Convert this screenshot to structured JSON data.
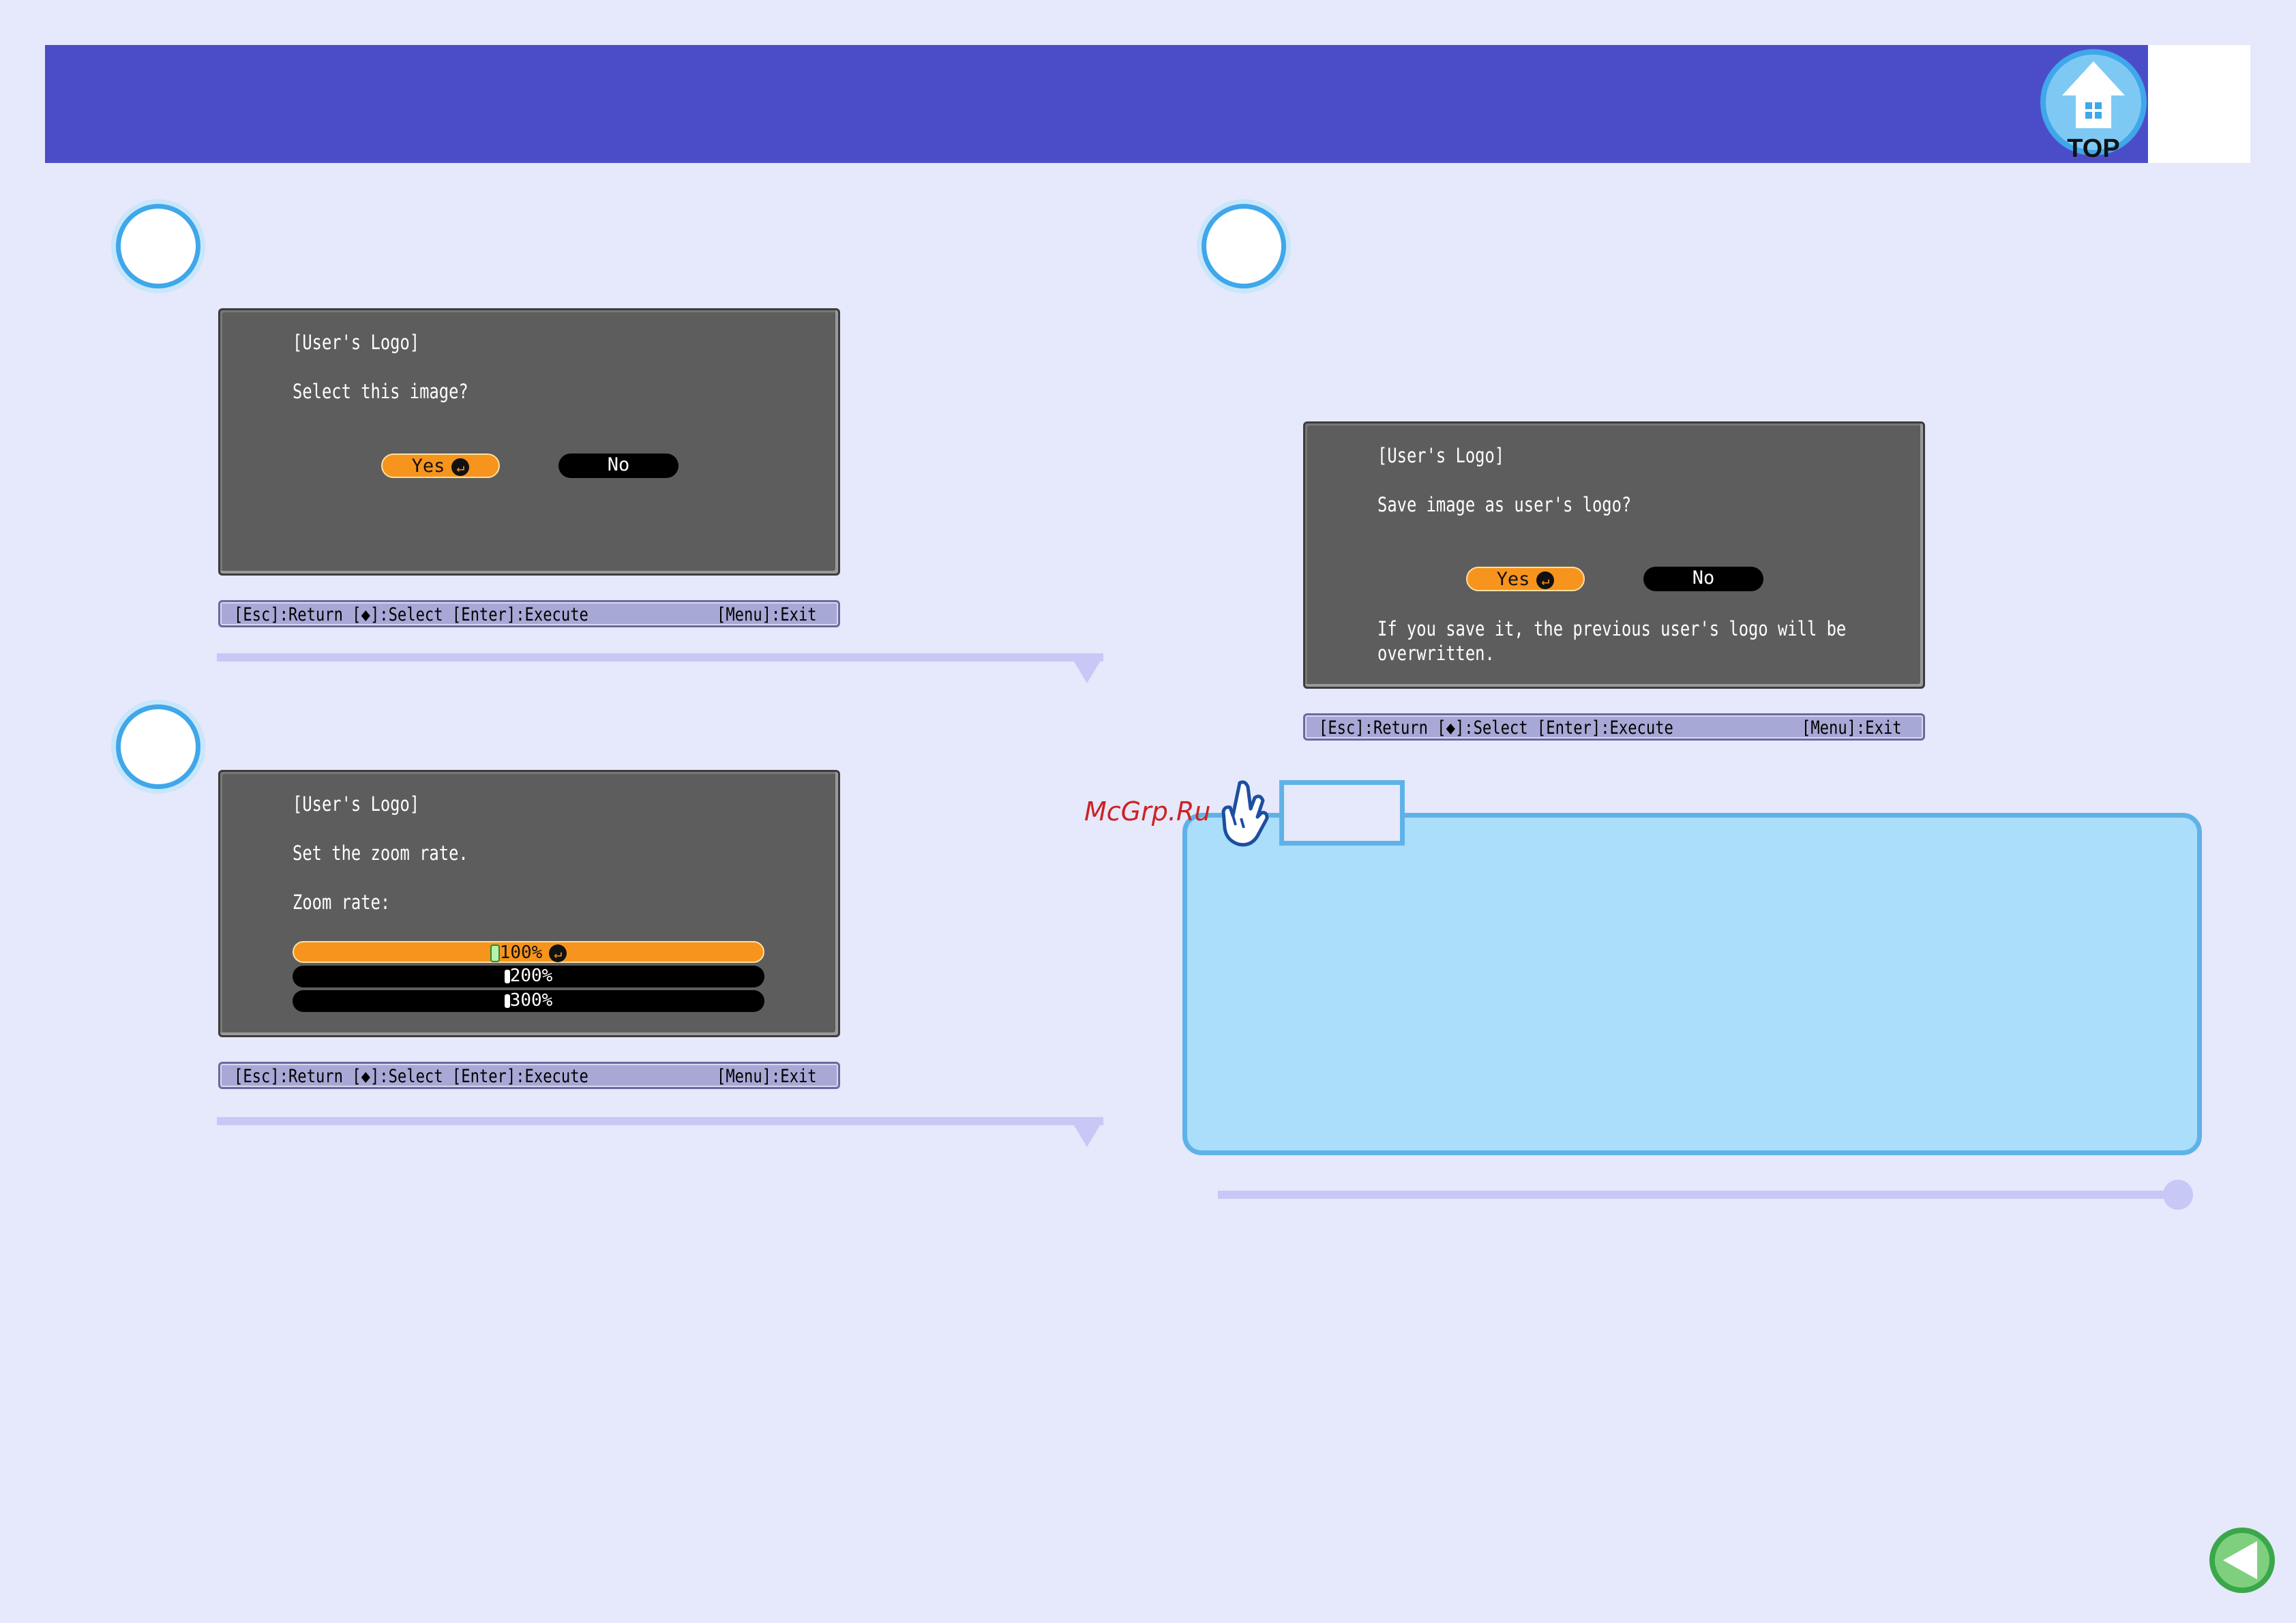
{
  "header": {
    "top_button_label": "TOP"
  },
  "dialogs": {
    "select_image": {
      "title": "[User's Logo]",
      "prompt": "Select this image?",
      "yes_label": "Yes",
      "no_label": "No",
      "status": {
        "left": "[Esc]:Return [◆]:Select [Enter]:Execute",
        "right": "[Menu]:Exit"
      }
    },
    "zoom": {
      "title": "[User's Logo]",
      "prompt": "Set the zoom rate.",
      "zoom_label": "Zoom rate:",
      "options": [
        "100%",
        "200%",
        "300%"
      ],
      "selected_index": 0,
      "status": {
        "left": "[Esc]:Return [◆]:Select [Enter]:Execute",
        "right": "[Menu]:Exit"
      }
    },
    "save": {
      "title": "[User's Logo]",
      "prompt": "Save image as user's logo?",
      "yes_label": "Yes",
      "no_label": "No",
      "warning_line1": "If you save it, the previous user's logo will be",
      "warning_line2": "overwritten.",
      "status": {
        "left": "[Esc]:Return [◆]:Select [Enter]:Execute",
        "right": "[Menu]:Exit"
      }
    }
  },
  "note": {
    "watermark": "McGrp.Ru"
  },
  "colors": {
    "page_bg": "#e6e8fb",
    "header": "#4b4dc8",
    "highlight": "#f7941d",
    "note_fill": "#aadefa",
    "note_border": "#5fb2e8"
  },
  "icons": {
    "top": "house-arrow-icon",
    "hand": "pointing-hand-icon",
    "back": "back-arrow-icon",
    "enter": "enter-return-icon"
  }
}
